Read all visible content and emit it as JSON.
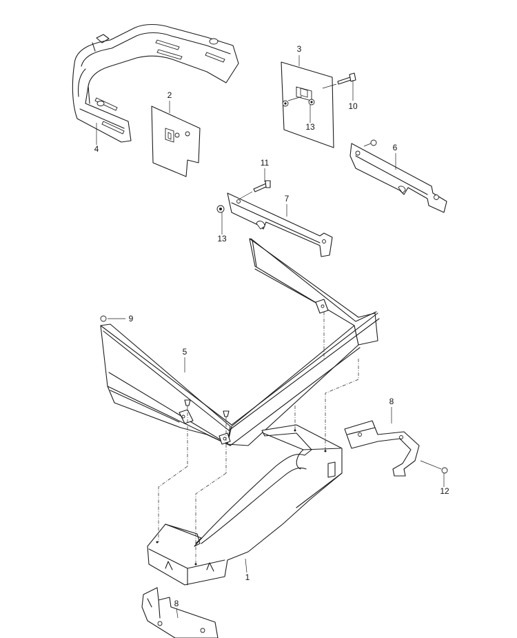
{
  "callouts": {
    "c1": "1",
    "c2": "2",
    "c3": "3",
    "c4": "4",
    "c5": "5",
    "c6": "6",
    "c7": "7",
    "c8a": "8",
    "c8b": "8",
    "c9": "9",
    "c10": "10",
    "c11": "11",
    "c12": "12",
    "c13a": "13",
    "c13b": "13"
  }
}
